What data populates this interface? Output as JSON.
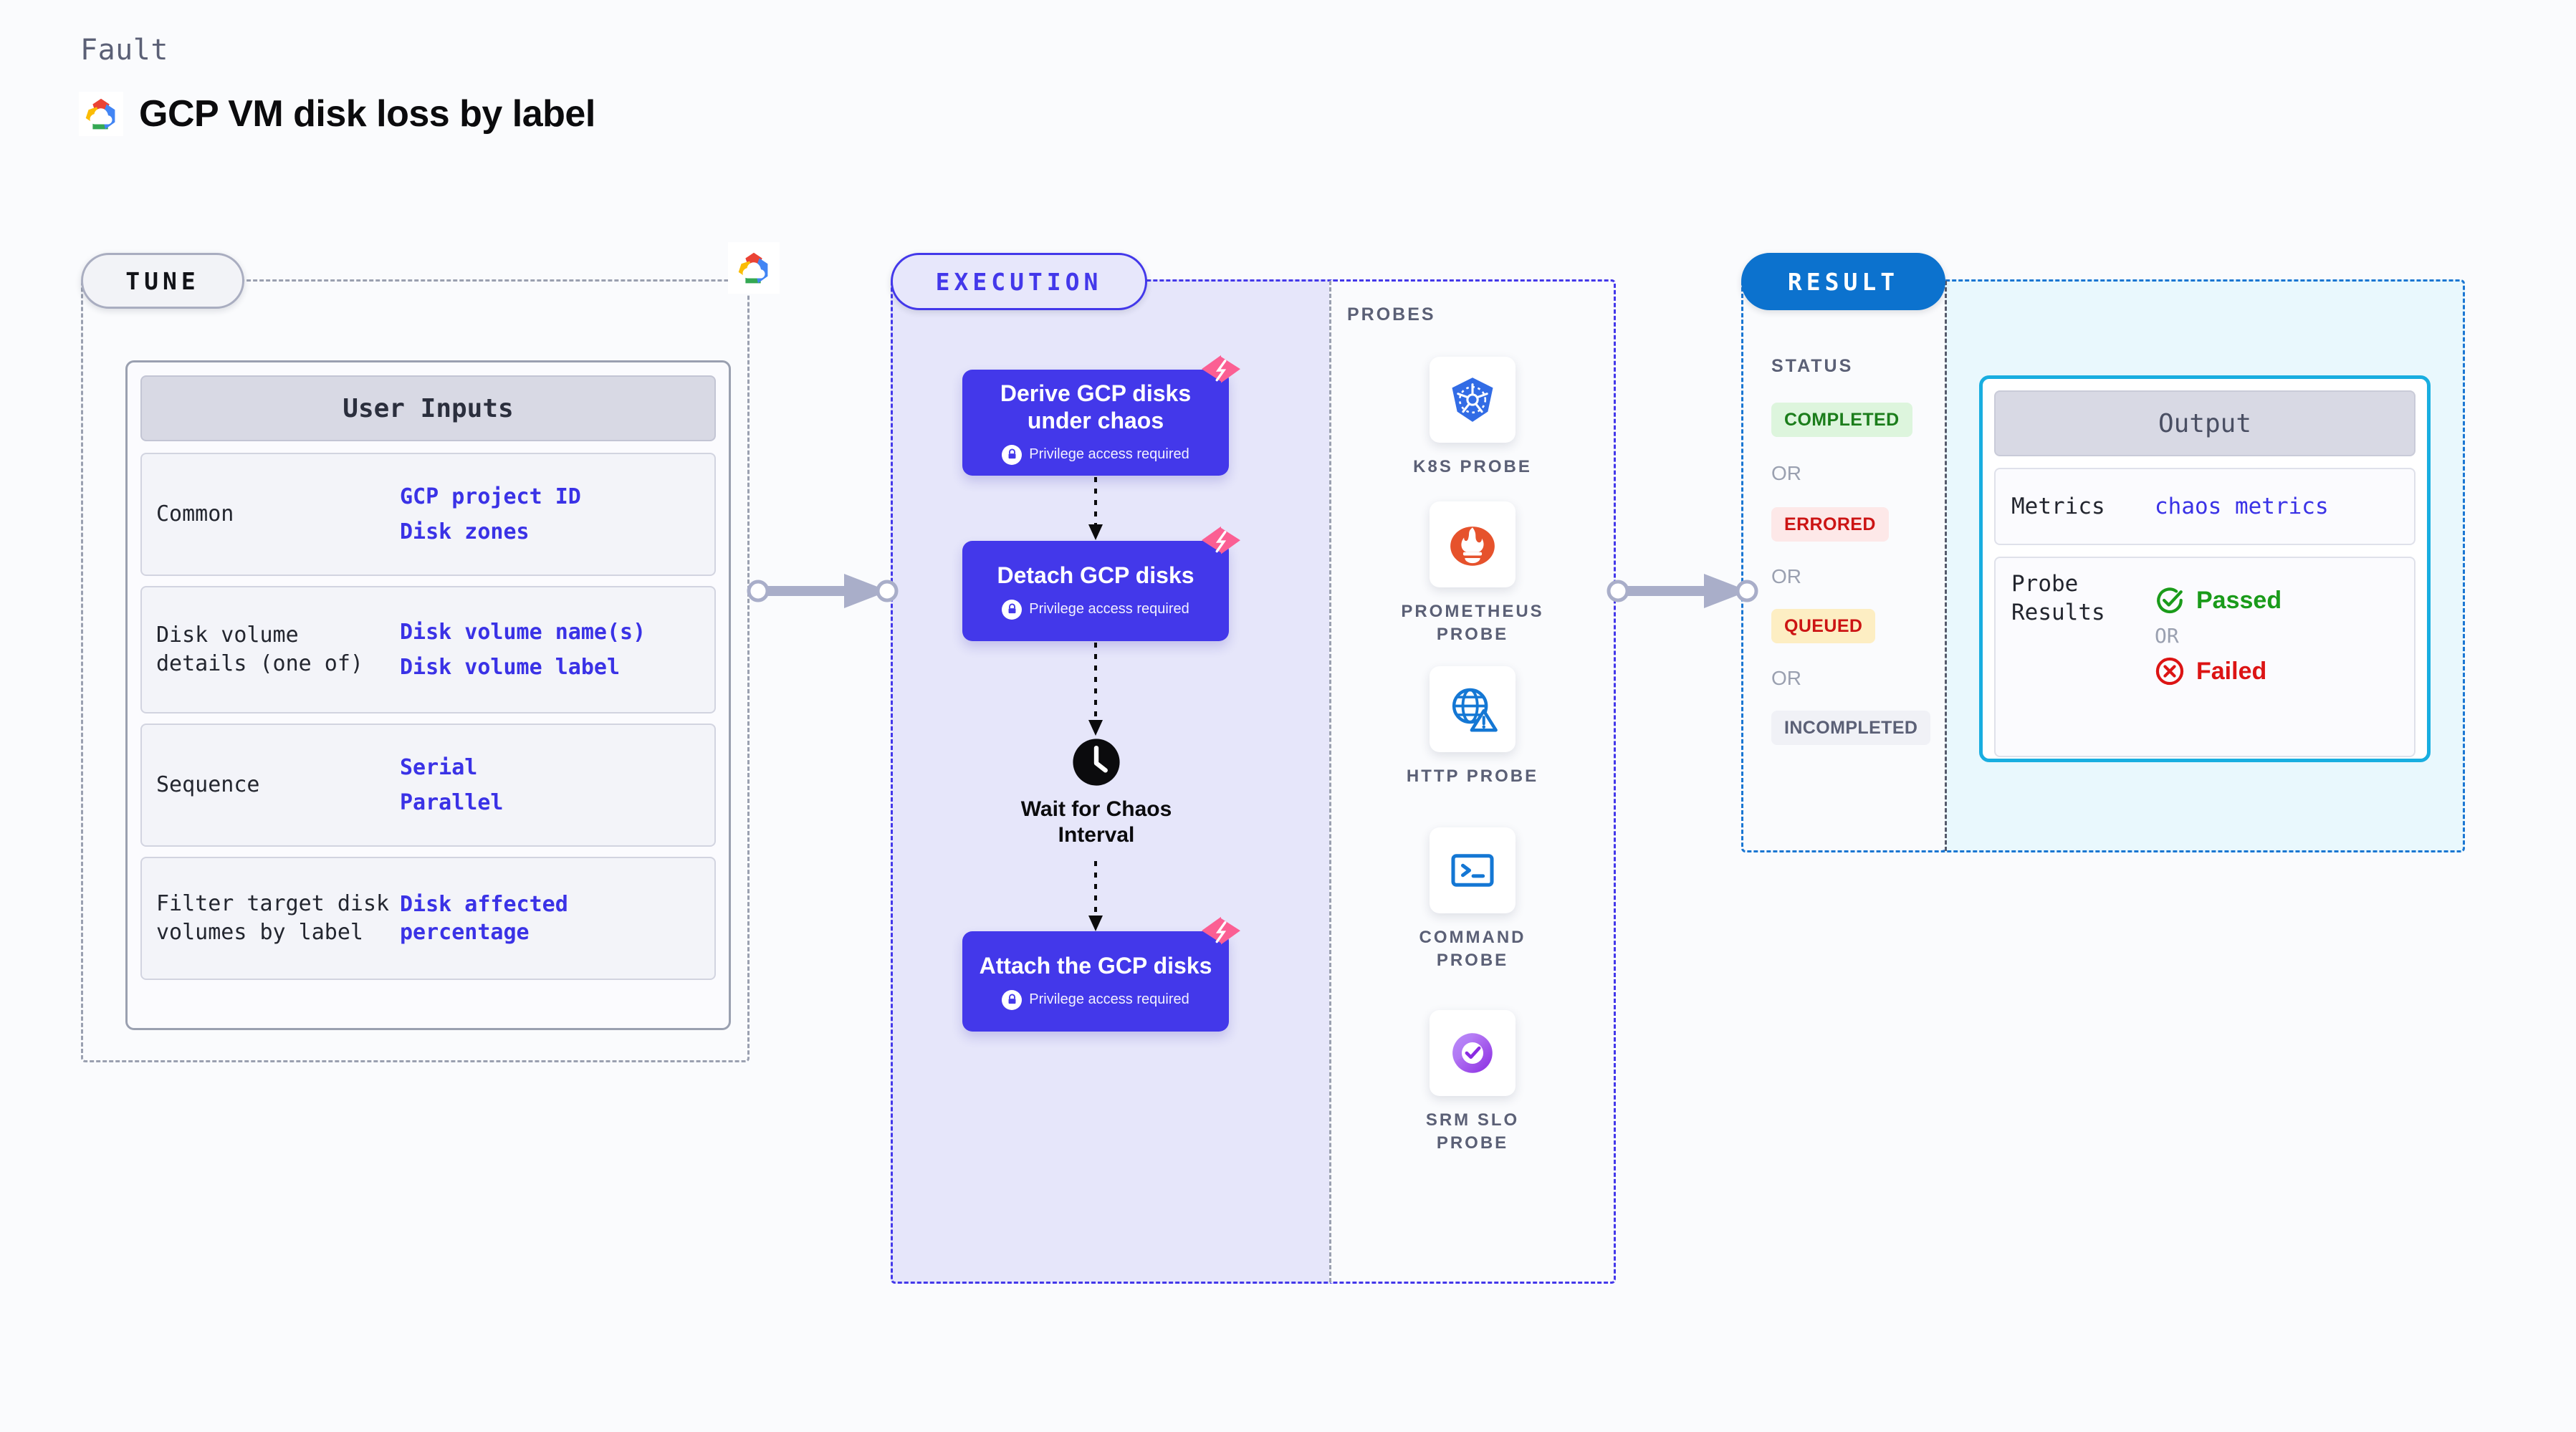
{
  "header": {
    "kicker": "Fault",
    "title": "GCP VM disk loss by label",
    "logo_icon": "gcp-cloud-icon"
  },
  "stages": {
    "tune": {
      "label": "TUNE"
    },
    "execution": {
      "label": "EXECUTION"
    },
    "result": {
      "label": "RESULT"
    }
  },
  "tune": {
    "card_title": "User Inputs",
    "provider_icon": "gcp-cloud-icon",
    "rows": [
      {
        "key": "Common",
        "values": [
          "GCP project ID",
          "Disk zones"
        ]
      },
      {
        "key": "Disk volume details (one of)",
        "values": [
          "Disk volume name(s)",
          "Disk volume label"
        ]
      },
      {
        "key": "Sequence",
        "values": [
          "Serial",
          "Parallel"
        ]
      },
      {
        "key": "Filter target disk volumes by label",
        "values": [
          "Disk affected percentage"
        ]
      }
    ]
  },
  "execution": {
    "nodes": [
      {
        "title": "Derive GCP disks under chaos",
        "privilege": "Privilege access required",
        "badge_icon": "chaos-fault-icon",
        "lock_icon": "lock-icon"
      },
      {
        "title": "Detach GCP disks",
        "privilege": "Privilege access required",
        "badge_icon": "chaos-fault-icon",
        "lock_icon": "lock-icon"
      },
      {
        "title": "Attach the GCP disks",
        "privilege": "Privilege access required",
        "badge_icon": "chaos-fault-icon",
        "lock_icon": "lock-icon"
      }
    ],
    "wait": {
      "label": "Wait for Chaos Interval",
      "icon": "clock-icon"
    }
  },
  "probes": {
    "title": "PROBES",
    "items": [
      {
        "label": "K8S PROBE",
        "icon": "kubernetes-icon"
      },
      {
        "label": "PROMETHEUS PROBE",
        "icon": "prometheus-icon"
      },
      {
        "label": "HTTP PROBE",
        "icon": "globe-warning-icon"
      },
      {
        "label": "COMMAND PROBE",
        "icon": "terminal-icon"
      },
      {
        "label": "SRM SLO PROBE",
        "icon": "srm-slo-icon"
      }
    ]
  },
  "result": {
    "status_title": "STATUS",
    "or_label": "OR",
    "statuses": [
      {
        "label": "COMPLETED",
        "bg": "#ddf5dd",
        "color": "#1b7d1b"
      },
      {
        "label": "ERRORED",
        "bg": "#fde8e8",
        "color": "#cc1414"
      },
      {
        "label": "QUEUED",
        "bg": "#fdeec3",
        "color": "#cc1414"
      },
      {
        "label": "INCOMPLETED",
        "bg": "#f0f1f6",
        "color": "#5b6076"
      }
    ],
    "output": {
      "card_title": "Output",
      "metrics_key": "Metrics",
      "metrics_value": "chaos metrics",
      "probe_results_key": "Probe Results",
      "passed_label": "Passed",
      "failed_label": "Failed",
      "or_label": "OR",
      "passed_icon": "check-circle-icon",
      "failed_icon": "x-circle-icon"
    }
  },
  "colors": {
    "accent_purple": "#4338ea",
    "accent_blue": "#0c72ce",
    "accent_cyan": "#19aee0",
    "page_bg": "#fafbfd",
    "exec_bg": "#e6e6fa",
    "result_bg": "#e9f8fd",
    "pink": "#fb5f93"
  }
}
